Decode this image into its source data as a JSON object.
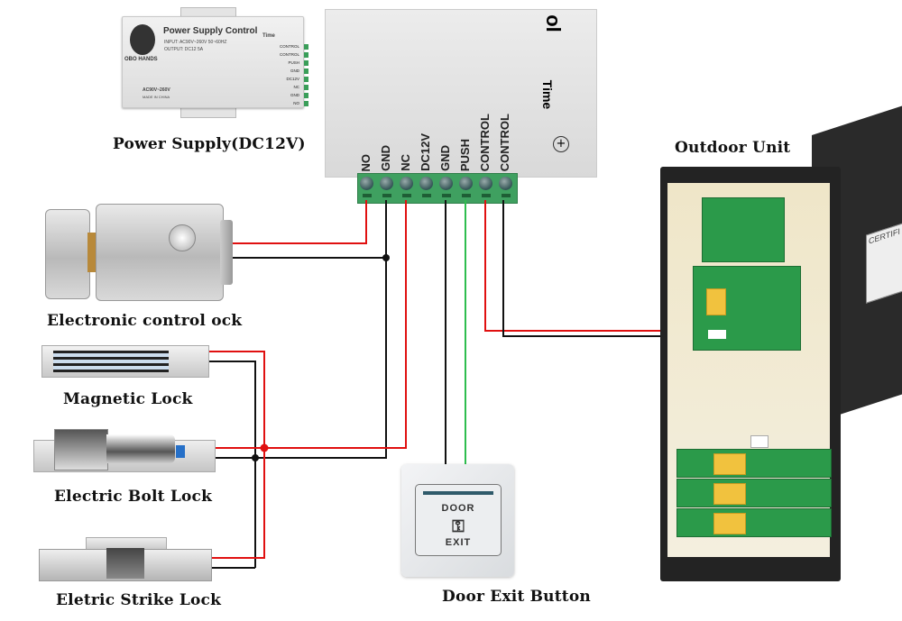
{
  "labels": {
    "power_supply": "Power Supply(DC12V)",
    "electronic_lock": "Electronic control ock",
    "magnetic_lock": "Magnetic Lock",
    "bolt_lock": "Electric Bolt Lock",
    "strike_lock": "Eletric Strike Lock",
    "door_exit": "Door Exit Button",
    "outdoor_unit": "Outdoor Unit"
  },
  "power_supply_small": {
    "title": "Power Supply Control",
    "input": "INPUT: AC90V~260V 50~60HZ",
    "output": "OUTPUT: DC12 5A",
    "brand": "OBO HANDS",
    "time": "Time",
    "ac_rating": "AC90V~260V",
    "made_in": "MADE IN CHINA",
    "terminals": [
      "CONTROL",
      "CONTROL",
      "PUSH",
      "GND",
      "DC12V",
      "NC",
      "GND",
      "NO"
    ]
  },
  "power_supply_large": {
    "partial_title": "ol",
    "time": "Time",
    "terminals": [
      "NO",
      "GND",
      "NC",
      "DC12V",
      "GND",
      "PUSH",
      "CONTROL",
      "CONTROL"
    ]
  },
  "door_button": {
    "top_text": "DOOR",
    "bottom_text": "EXIT",
    "icon": "key-icon"
  },
  "outdoor": {
    "cert_text": "CERTIFI"
  },
  "colors": {
    "wire_red": "#e01010",
    "wire_black": "#111111",
    "wire_green": "#2ebd4e",
    "terminal_green": "#3fa060"
  }
}
